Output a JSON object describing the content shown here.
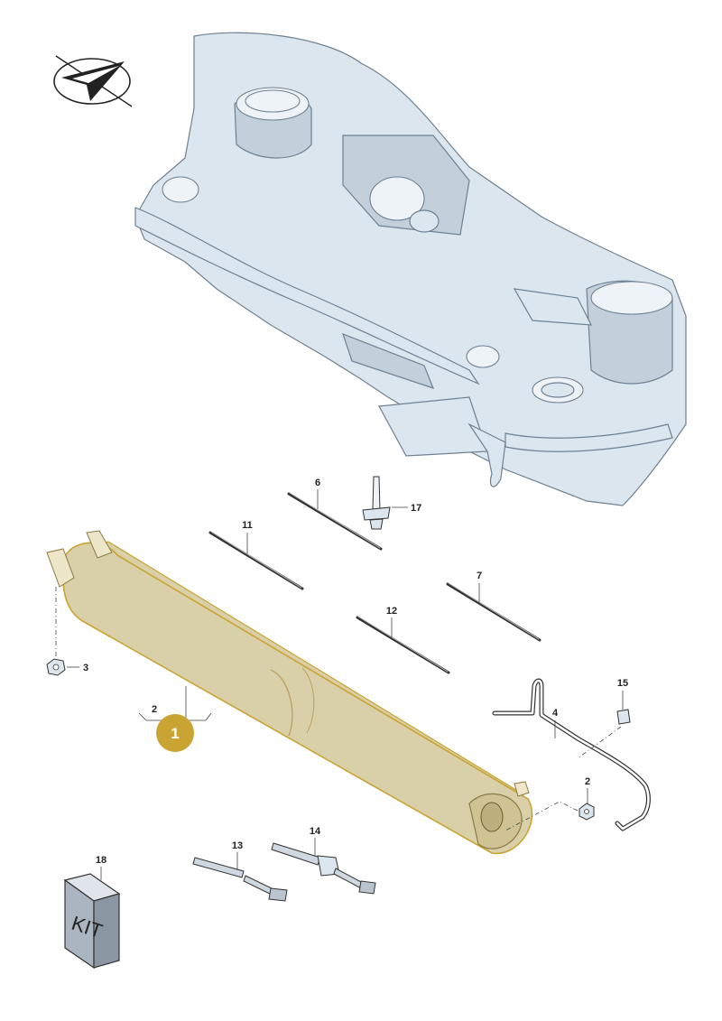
{
  "diagram": {
    "callouts": {
      "n1": "1",
      "n2a": "2",
      "n2b": "2",
      "n3": "3",
      "n4": "4",
      "n6": "6",
      "n7": "7",
      "n11": "11",
      "n12": "12",
      "n13": "13",
      "n14": "14",
      "n15": "15",
      "n17": "17",
      "n18": "18"
    },
    "kit_label": "KIT",
    "colors": {
      "highlight_badge": "#c9a433",
      "highlight_part": "#d9cfa8",
      "frame": "#dce6ef",
      "outline": "#6f8090"
    },
    "icons": {
      "orientation": "direction-arrow-icon",
      "kit": "kit-box-icon"
    }
  }
}
